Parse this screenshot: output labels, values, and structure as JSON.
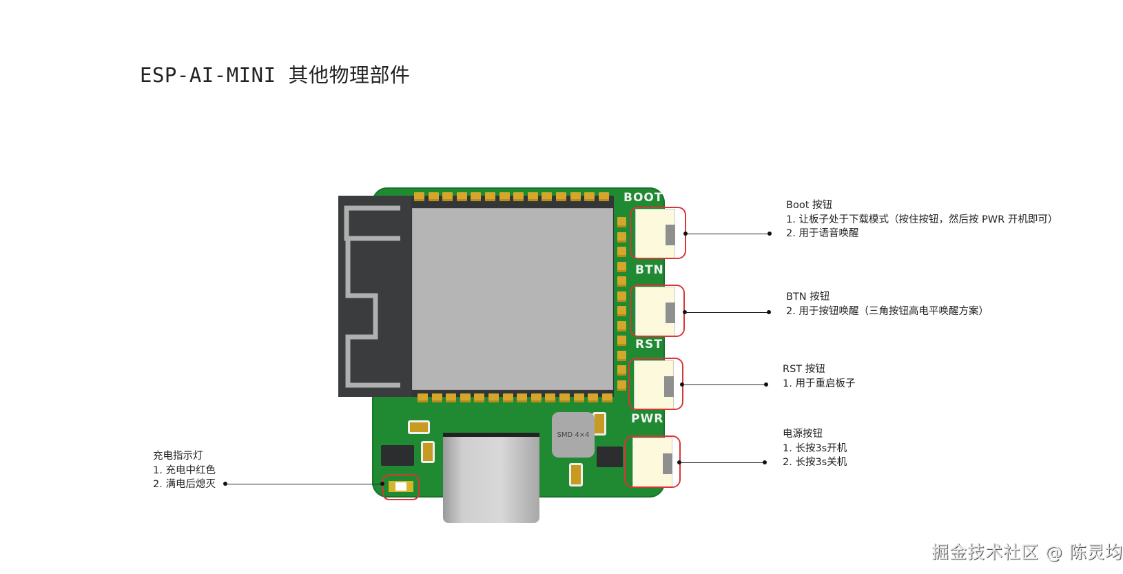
{
  "title": "ESP-AI-MINI 其他物理部件",
  "board": {
    "silkscreen": [
      "BOOT",
      "BTN",
      "RST",
      "PWR"
    ],
    "inductor_label": "SMD 4×4",
    "colors": {
      "pcb": "#1f8a32",
      "pad": "#d4a72c",
      "highlight": "#d93535",
      "module": "#333537",
      "shield": "#b5b5b5"
    }
  },
  "callouts": [
    {
      "id": "boot",
      "title": "Boot 按钮",
      "lines": [
        "1. 让板子处于下载模式（按住按钮，然后按 PWR 开机即可）",
        "2. 用于语音唤醒"
      ]
    },
    {
      "id": "btn",
      "title": "BTN 按钮",
      "lines": [
        "2. 用于按钮唤醒（三角按钮高电平唤醒方案）"
      ]
    },
    {
      "id": "rst",
      "title": "RST 按钮",
      "lines": [
        "1. 用于重启板子"
      ]
    },
    {
      "id": "pwr",
      "title": "电源按钮",
      "lines": [
        "1. 长按3s开机",
        "2. 长按3s关机"
      ]
    },
    {
      "id": "led",
      "title": "充电指示灯",
      "lines": [
        "1. 充电中红色",
        "2. 满电后熄灭"
      ]
    }
  ],
  "watermark": "掘金技术社区 @ 陈灵均"
}
